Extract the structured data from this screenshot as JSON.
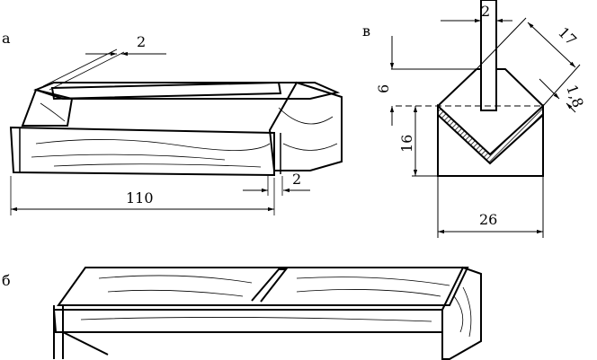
{
  "figure": {
    "panel_a": {
      "label": "а",
      "dim_top": "2",
      "dim_length": "110",
      "dim_side": "2"
    },
    "panel_v": {
      "label": "в",
      "dim_bar_width": "2",
      "dim_diagonal": "17",
      "dim_thickness": "1,8",
      "dim_top_height": "6",
      "dim_depth": "16",
      "dim_width": "26"
    },
    "panel_b": {
      "label": "б"
    }
  },
  "colors": {
    "ink": "#000000",
    "paper": "#ffffff"
  }
}
